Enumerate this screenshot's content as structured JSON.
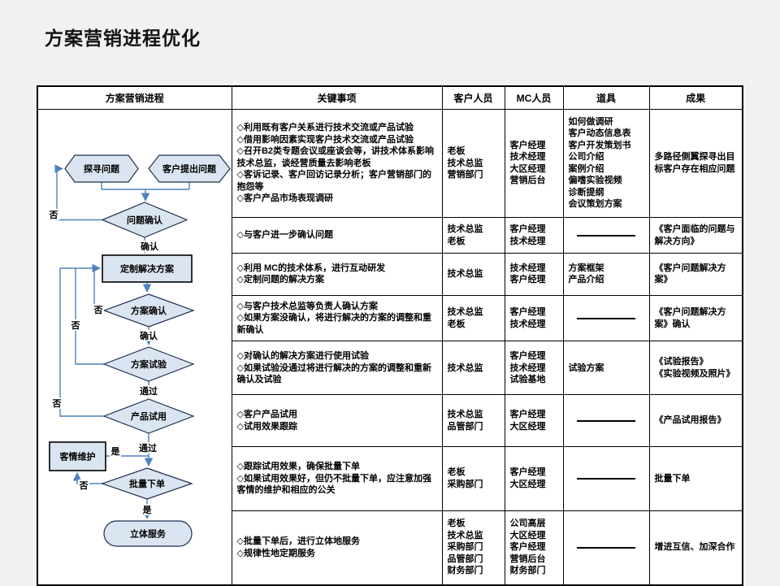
{
  "page": {
    "title": "方案营销进程优化"
  },
  "colors": {
    "background": "#f1f1f1",
    "node_fill": "#dbe5f1",
    "node_border": "#1f3050",
    "connector": "#4f81bd",
    "table_border": "#000000"
  },
  "table": {
    "headers": [
      "方案营销进程",
      "关键事项",
      "客户人员",
      "MC人员",
      "道具",
      "成果"
    ],
    "rows": [
      {
        "key_items": "◇利用既有客户关系进行技术交流或产品试验\n◇借用影响因素实现客户技术交流或产品试验\n◇召开B2类专题会议或座谈会等，讲技术体系影响技术总监，谈经营质量去影响老板\n◇客诉记录、客户回访记录分析；客户营销部门的抱怨等\n◇客户产品市场表现调研",
        "customer": "老板\n技术总监\n营销部门",
        "mc": "客户经理\n技术经理\n大区经理\n营销后台",
        "props": "如何做调研\n客户动态信息表\n客户开发策划书\n公司介绍\n案例介绍\n偏嗜实验视频\n诊断提纲\n会议策划方案",
        "result": "多路径侧翼探寻出目标客户存在相应问题"
      },
      {
        "key_items": "◇与客户进一步确认问题",
        "customer": "技术总监\n老板",
        "mc": "客户经理\n技术经理",
        "props": "",
        "result": "《客户面临的问题与解决方向》"
      },
      {
        "key_items": "◇利用 MC的技术体系，进行互动研发\n◇定制问题的解决方案",
        "customer": "技术总监",
        "mc": "技术经理\n客户经理",
        "props": "方案框架\n产品介绍",
        "result": "《客户问题解决方案》"
      },
      {
        "key_items": "◇与客户技术总监等负责人确认方案\n◇如果方案没确认，将进行解决的方案的调整和重新确认",
        "customer": "技术总监\n老板",
        "mc": "客户经理\n技术经理",
        "props": "",
        "result": "《客户问题解决方案》确认"
      },
      {
        "key_items": "◇对确认的解决方案进行使用试验\n◇如果试验没通过将进行解决的方案的调整和重新确认及试验",
        "customer": "技术总监",
        "mc": "客户经理\n技术经理\n试验基地",
        "props": "试验方案",
        "result": "《试验报告》\n《实验视频及照片》"
      },
      {
        "key_items": "◇客户产品试用\n◇试用效果跟踪",
        "customer": "技术总监\n品管部门",
        "mc": "客户经理\n大区经理",
        "props": "",
        "result": "《产品试用报告》"
      },
      {
        "key_items": "◇跟踪试用效果，确保批量下单\n◇如果试用效果好，但仍不批量下单，应注意加强客情的维护和相应的公关",
        "customer": "老板\n采购部门",
        "mc": "客户经理\n大区经理",
        "props": "",
        "result": "批量下单"
      },
      {
        "key_items": "◇批量下单后，进行立体地服务\n◇规律性地定期服务",
        "customer": "老板\n技术总监\n采购部门\n品管部门\n财务部门",
        "mc": "公司高层\n大区经理\n客户经理\n营销后台\n财务部门",
        "props": "",
        "result": "增进互信、加深合作"
      }
    ]
  },
  "flowchart": {
    "nodes": {
      "explore_problem": "探寻问题",
      "customer_raise_problem": "客户提出问题",
      "problem_confirm": "问题确认",
      "custom_solution": "定制解决方案",
      "solution_confirm": "方案确认",
      "solution_trial": "方案试验",
      "product_trial": "产品试用",
      "relation_maintain": "客情维护",
      "batch_order": "批量下单",
      "stereo_service": "立体服务"
    },
    "edge_labels": {
      "no": "否",
      "yes": "是",
      "confirm": "确认",
      "pass": "通过"
    }
  }
}
